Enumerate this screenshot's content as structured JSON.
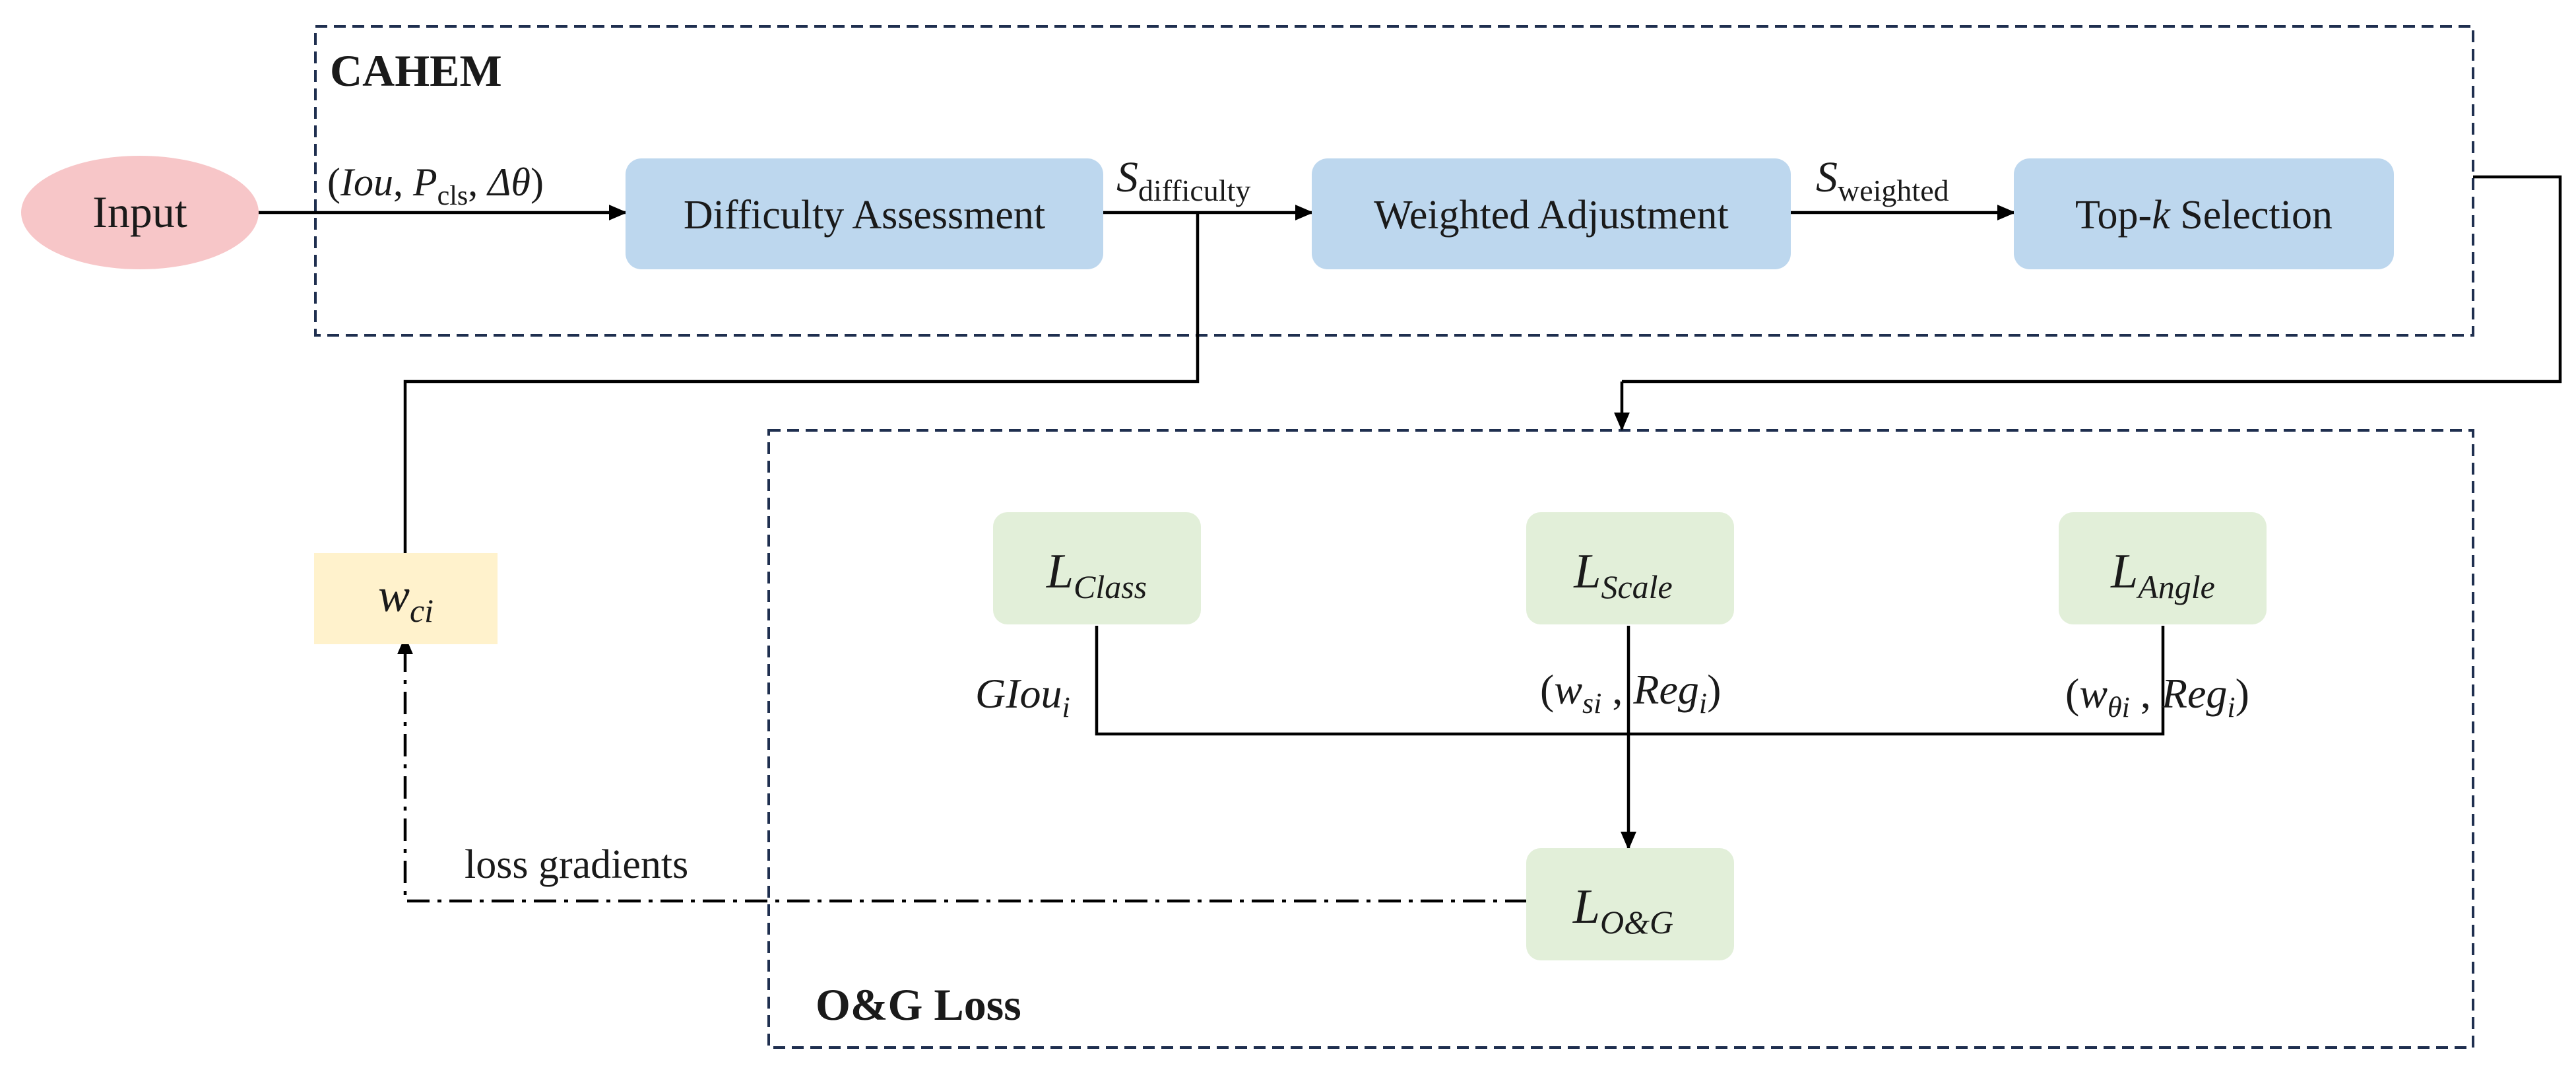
{
  "colors": {
    "frame_dash": "#1f2f4f",
    "line": "#000000",
    "input_fill": "#f7c6c8",
    "blue_box": "#bdd7ee",
    "green_box": "#e2efd9",
    "yellow_box": "#fff2cc",
    "text": "#1a1a1a"
  },
  "cahem": {
    "title": "CAHEM",
    "input_label": "Input",
    "input_args": {
      "open": "(",
      "iou": "Iou",
      "sep1": ", ",
      "p": "P",
      "p_sub": "cls",
      "sep2": ", ",
      "delta": "Δθ",
      "close": ")"
    },
    "difficulty_box": "Difficulty Assessment",
    "s_difficulty": {
      "base": "S",
      "sub": "difficulty"
    },
    "weighted_box": "Weighted Adjustment",
    "s_weighted": {
      "base": "S",
      "sub": "weighted"
    },
    "topk_box": {
      "pre": "Top-",
      "k": "k",
      "post": " Selection"
    }
  },
  "og_loss": {
    "title": "O&G Loss",
    "l_class": {
      "base": "L",
      "sub": "Class"
    },
    "l_scale": {
      "base": "L",
      "sub": "Scale"
    },
    "l_angle": {
      "base": "L",
      "sub": "Angle"
    },
    "giou": {
      "base": "GIou",
      "sub": "i"
    },
    "scale_args": {
      "open": "(",
      "w": "w",
      "w_sub": "si",
      "sep": " , ",
      "reg": "Reg",
      "reg_sub": "i",
      "close": ")"
    },
    "angle_args": {
      "open": "(",
      "w": "w",
      "w_sub": "θi",
      "sep": " , ",
      "reg": "Reg",
      "reg_sub": "i",
      "close": ")"
    },
    "l_og": {
      "base": "L",
      "sub": "O&G"
    }
  },
  "weight": {
    "base": "w",
    "sub": "ci"
  },
  "loss_gradients": "loss gradients"
}
